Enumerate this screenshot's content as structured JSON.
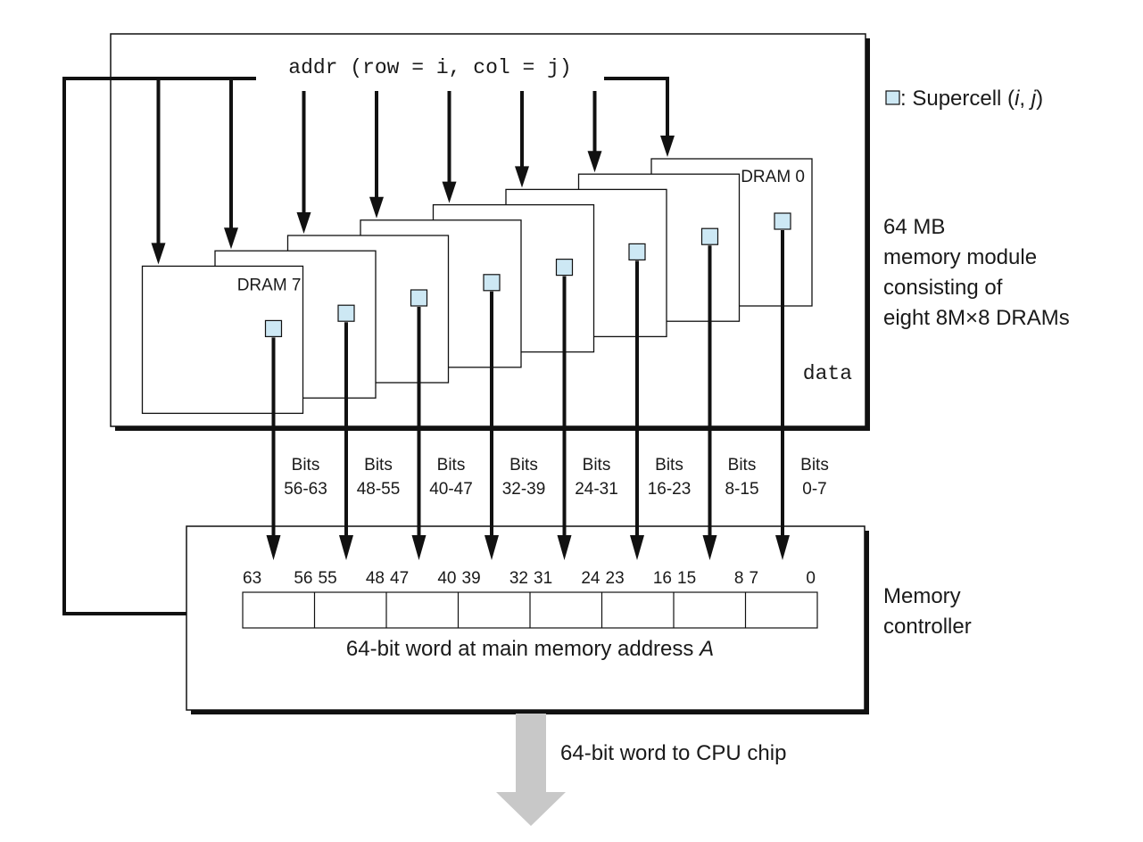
{
  "addr_label": "addr (row = i, col = j)",
  "data_label": "data",
  "legend": {
    "prefix": ": Supercell (",
    "i": "i",
    "comma": ", ",
    "j": "j",
    "suffix": ")"
  },
  "module_label": [
    "64 MB",
    "memory module",
    "consisting of",
    "eight 8M×8 DRAMs"
  ],
  "controller_label": [
    "Memory",
    "controller"
  ],
  "dram_labels": {
    "first": "DRAM 0",
    "last": "DRAM 7"
  },
  "bits_labels": [
    [
      "Bits",
      "56-63"
    ],
    [
      "Bits",
      "48-55"
    ],
    [
      "Bits",
      "40-47"
    ],
    [
      "Bits",
      "32-39"
    ],
    [
      "Bits",
      "24-31"
    ],
    [
      "Bits",
      "16-23"
    ],
    [
      "Bits",
      "8-15"
    ],
    [
      "Bits",
      "0-7"
    ]
  ],
  "bit_indices": [
    "63",
    "56",
    "55",
    "48",
    "47",
    "40",
    "39",
    "32",
    "31",
    "24",
    "23",
    "16",
    "15",
    "8",
    "7",
    "0"
  ],
  "word_label": {
    "prefix": "64-bit word at main memory address ",
    "var": "A"
  },
  "cpu_label": "64-bit word to CPU chip",
  "colors": {
    "supercell": "#cde8f4",
    "line": "#111111",
    "cpu_arrow": "#c8c8c8"
  }
}
